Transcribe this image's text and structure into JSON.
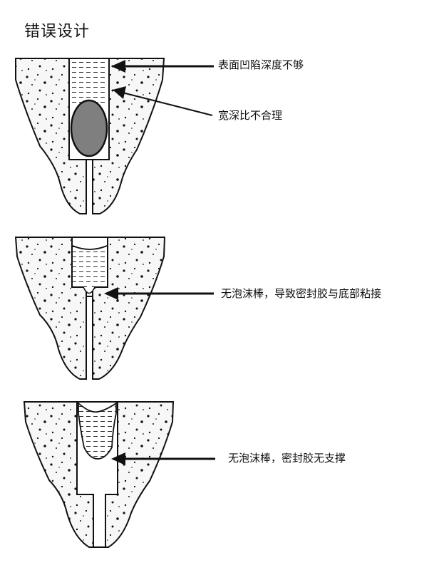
{
  "title": "错误设计",
  "panels": [
    {
      "labels": [
        "表面凹陷深度不够",
        "宽深比不合理"
      ]
    },
    {
      "labels": [
        "无泡沫棒，导致密封胶与底部粘接"
      ]
    },
    {
      "labels": [
        "无泡沫棒，密封胶无支撑"
      ]
    }
  ],
  "colors": {
    "outline": "#111111",
    "concrete_fill": "#f7f7f7",
    "sealant_fill": "#ffffff",
    "backer_rod_fill": "#7f7f7f"
  }
}
